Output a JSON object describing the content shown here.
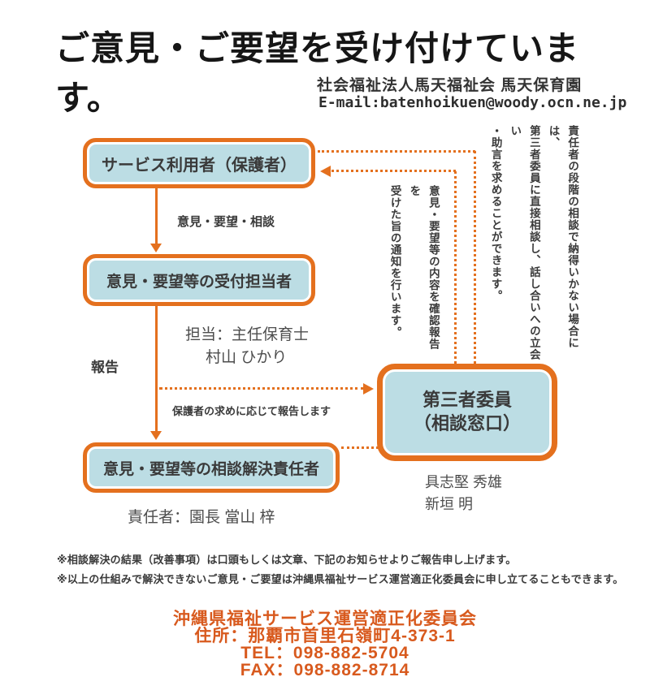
{
  "header": {
    "title": "ご意見・ご要望を受け付けています。",
    "org": "社会福祉法人馬天福祉会 馬天保育園",
    "email": "E-mail:batenhoikuen@woody.ocn.ne.jp"
  },
  "flow": {
    "box_service_user": "サービス利用者（保護者）",
    "arrow_opinion_label": "意見・要望・相談",
    "box_reception": "意見・要望等の受付担当者",
    "reception_title": "担当：主任保育士",
    "reception_name": "村山 ひかり",
    "report_label": "報告",
    "report_on_request_label": "保護者の求めに応じて報告します",
    "box_resolver": "意見・要望等の相談解決責任者",
    "resolver_name": "責任者：園長 當山 梓",
    "box_committee": "第三者委員\n（相談窓口）",
    "committee_member_1": "具志堅 秀雄",
    "committee_member_2": "新垣 明",
    "vertical_note_notify": "意見・要望等の内容を確認報告を\n受けた旨の通知を行います。",
    "vertical_note_direct": "責任者の段階の相談で納得いかない場合には、\n第三者委員に直接相談し、話し合いへの立会い\n・助言を求めることができます。"
  },
  "remarks": {
    "remark1": "※相談解決の結果（改善事項）は口頭もしくは文章、下記のお知らせよりご報告申し上げます。",
    "remark2": "※以上の仕組みで解決できないご意見・ご要望は沖縄県福祉サービス運営適正化委員会に申し立てることもできます。"
  },
  "footer": {
    "committee": "沖縄県福祉サービス運営適正化委員会",
    "address": "住所：那覇市首里石嶺町4-373-1",
    "tel": "TEL：098-882-5704",
    "fax": "FAX：098-882-8714"
  },
  "colors": {
    "accent_orange": "#e4701e",
    "box_fill": "#bcdde4",
    "text_dark": "#3a3a3a",
    "footer_orange": "#d85a1e"
  }
}
